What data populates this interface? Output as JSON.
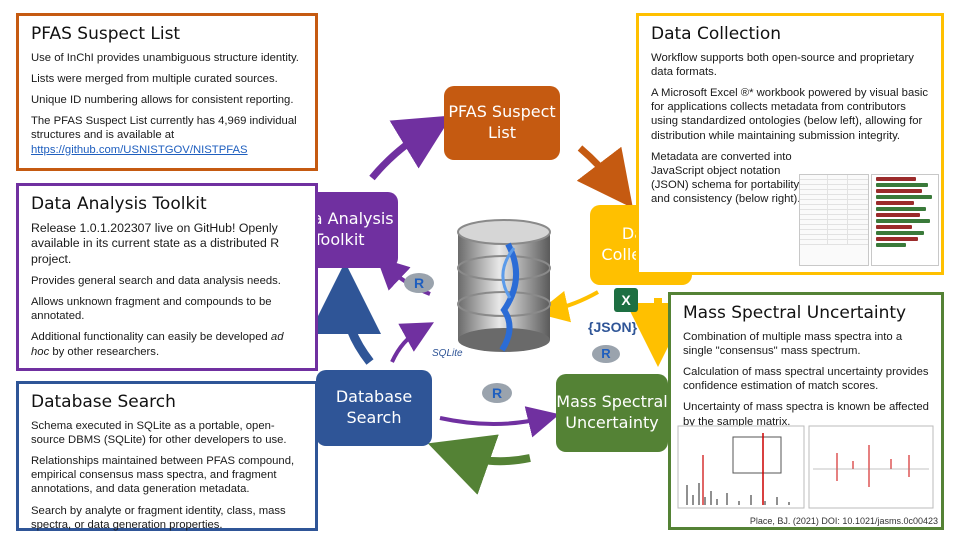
{
  "panels": {
    "suspect": {
      "title": "PFAS Suspect List",
      "p1": "Use of InChI provides unambiguous structure identity.",
      "p2": "Lists were merged from multiple curated sources.",
      "p3": "Unique ID numbering allows for consistent reporting.",
      "p4": "The PFAS Suspect List currently has 4,969 individual structures and is available at",
      "link": "https://github.com/USNISTGOV/NISTPFAS"
    },
    "analysis": {
      "title": "Data Analysis Toolkit",
      "p1": "Release 1.0.1.202307 live on GitHub! Openly available in its current state as a distributed R project.",
      "p2": "Provides general search and data analysis needs.",
      "p3": "Allows unknown fragment and compounds to be annotated.",
      "p4_pre": "Additional functionality can easily be developed ",
      "p4_em": "ad hoc",
      "p4_post": " by other researchers."
    },
    "database": {
      "title": "Database Search",
      "p1": "Schema executed in SQLite as a portable, open-source DBMS (SQLite) for other developers to use.",
      "p2": "Relationships maintained between PFAS compound, empirical consensus mass spectra, and fragment annotations, and data generation metadata.",
      "p3": "Search by analyte or fragment identity, class, mass spectra, or data generation properties."
    },
    "collection": {
      "title": "Data Collection",
      "p1": "Workflow supports both open-source and proprietary data formats.",
      "p2": "A Microsoft Excel ®* workbook powered by visual basic for applications collects metadata from contributors using standardized ontologies (below left), allowing for distribution while maintaining submission integrity.",
      "p3": "Metadata are converted into JavaScript object notation (JSON) schema for portability and consistency (below right)."
    },
    "mass": {
      "title": "Mass Spectral Uncertainty",
      "p1": "Combination of multiple mass spectra into a single \"consensus\" mass spectrum.",
      "p2": "Calculation of mass spectral uncertainty provides confidence estimation of match scores.",
      "p3": "Uncertainty of mass spectra is known be affected by the sample matrix.",
      "citation": "Place, BJ. (2021) DOI: 10.1021/jasms.0c00423"
    }
  },
  "nodes": {
    "suspect": "PFAS Suspect List",
    "collection": "Data Collection",
    "analysis": "Data Analysis Toolkit",
    "database": "Database Search",
    "mass": "Mass Spectral Uncertainty"
  },
  "logos": {
    "r": "R",
    "json": "{JSON}",
    "sqlite": "SQLite",
    "excel": "X"
  },
  "colors": {
    "suspect": "#c55a11",
    "collection": "#ffc000",
    "analysis": "#7030a0",
    "database": "#2f5597",
    "mass": "#548235"
  },
  "icons": [
    "database-icon",
    "r-logo-icon",
    "json-logo-icon",
    "sqlite-logo-icon",
    "excel-icon"
  ]
}
